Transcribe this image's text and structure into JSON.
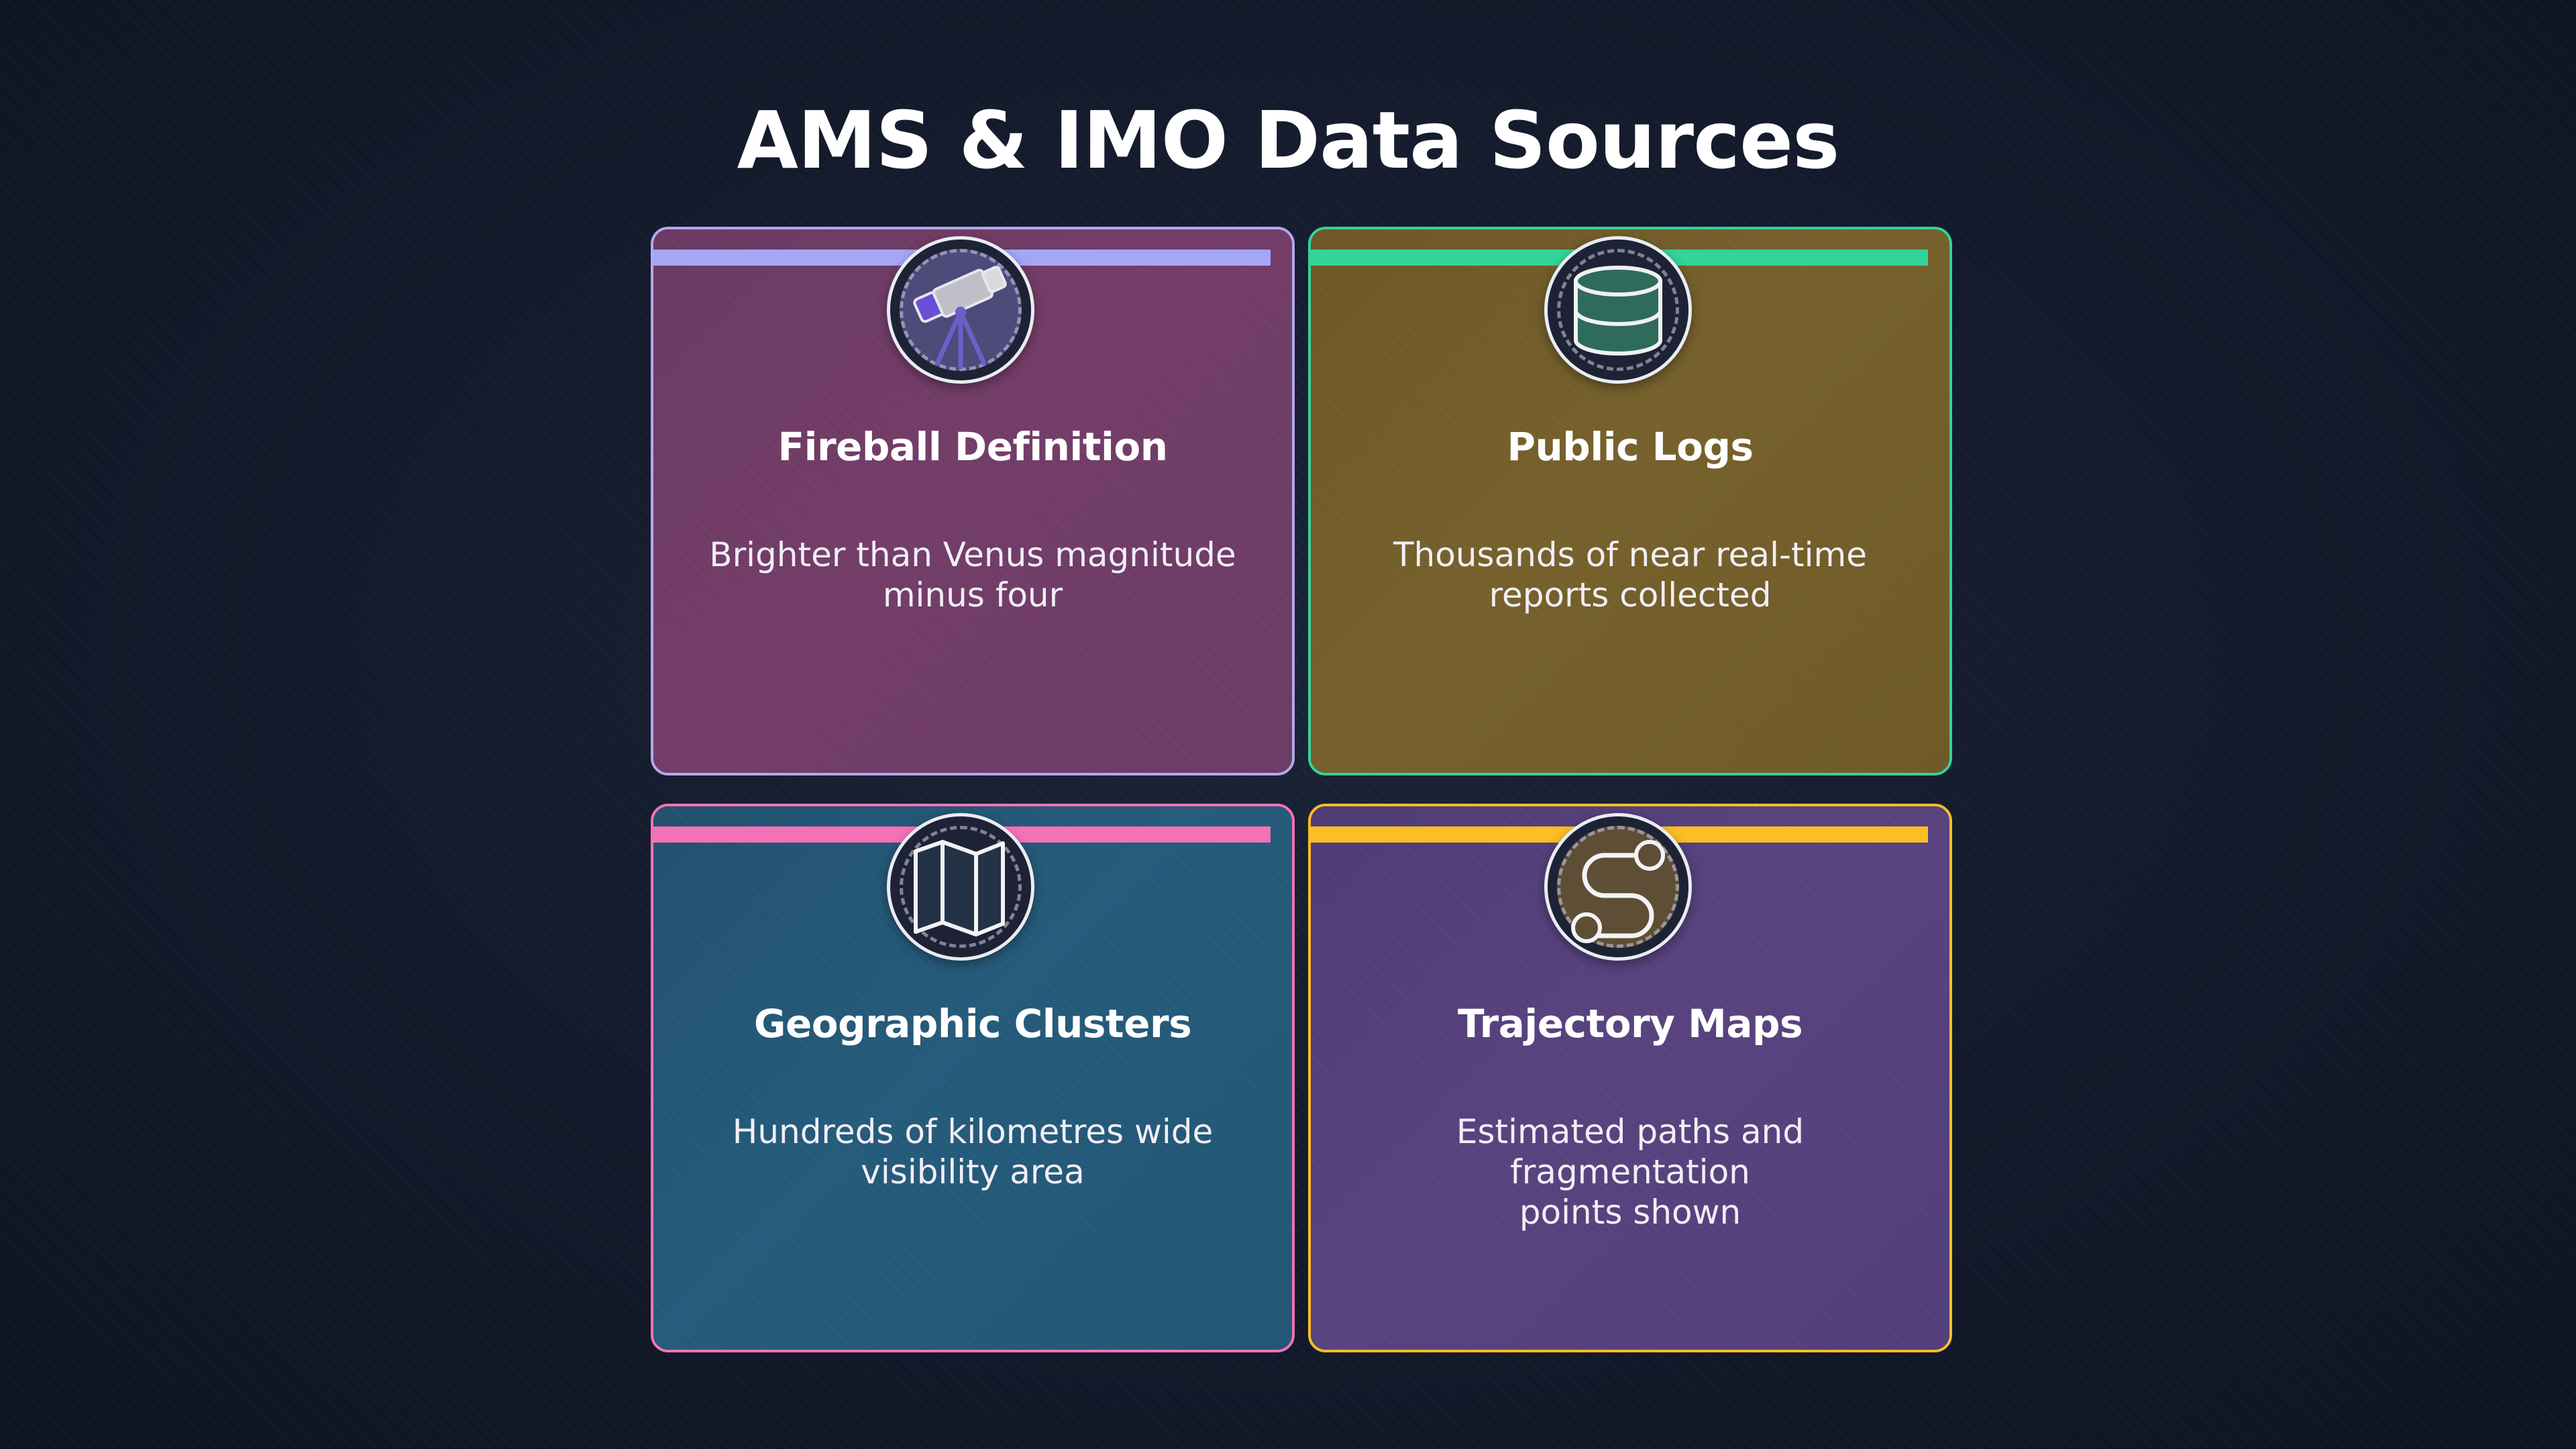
{
  "title": "AMS & IMO Data Sources",
  "cards": [
    {
      "title": "Fireball Definition",
      "desc_line1": "Brighter than Venus magnitude",
      "desc_line2": "minus four",
      "icon": "telescope-icon",
      "accent": "#a5a6f6",
      "background": "#6c3c64"
    },
    {
      "title": "Public Logs",
      "desc_line1": "Thousands of near real-time",
      "desc_line2": "reports collected",
      "icon": "database-icon",
      "accent": "#34d399",
      "background": "#715c28"
    },
    {
      "title": "Geographic Clusters",
      "desc_line1": "Hundreds of kilometres wide",
      "desc_line2": "visibility area",
      "icon": "map-icon",
      "accent": "#f472b6",
      "background": "#245675"
    },
    {
      "title": "Trajectory Maps",
      "desc_line1": "Estimated paths and fragmentation",
      "desc_line2": "points shown",
      "icon": "route-icon",
      "accent": "#fbbf24",
      "background": "#533e7a"
    }
  ]
}
